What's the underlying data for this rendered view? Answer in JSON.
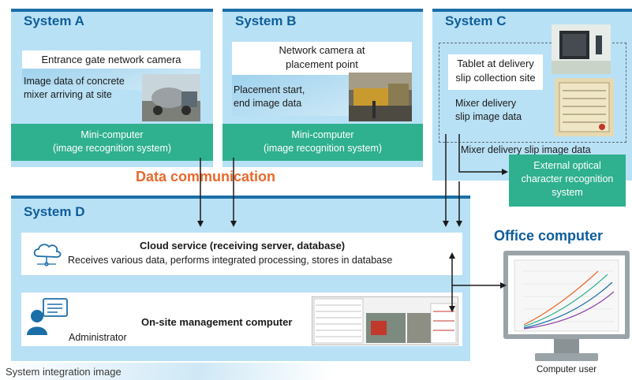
{
  "system_a": {
    "title": "System A",
    "camera": "Entrance gate network camera",
    "image_data": [
      "Image data of concrete",
      "mixer arriving at site"
    ],
    "minicomputer": [
      "Mini-computer",
      "(image recognition system)"
    ]
  },
  "system_b": {
    "title": "System B",
    "camera": [
      "Network camera at",
      "placement point"
    ],
    "image_data": [
      "Placement start,",
      "end image data"
    ],
    "minicomputer": [
      "Mini-computer",
      "(image recognition system)"
    ]
  },
  "system_c": {
    "title": "System C",
    "tablet": [
      "Tablet at delivery",
      "slip collection site"
    ],
    "slip_image": [
      "Mixer delivery",
      "slip image data"
    ],
    "slip_image_caption": "Mixer delivery slip image data",
    "ocr": [
      "External optical",
      "character recognition",
      "system"
    ]
  },
  "data_communication": "Data communication",
  "system_d": {
    "title": "System D",
    "cloud_title": "Cloud service (receiving server, database)",
    "cloud_desc": "Receives various data, performs integrated processing, stores in database",
    "onsite_title": "On-site management computer",
    "administrator": "Administrator"
  },
  "office": {
    "title": "Office computer",
    "user": "Computer user"
  },
  "caption": "System integration image",
  "colors": {
    "system_bg": "#b9e1f5",
    "system_border": "#1b6ea8",
    "title_blue": "#0e5d9b",
    "green": "#2fb08f",
    "orange": "#e8692c"
  }
}
